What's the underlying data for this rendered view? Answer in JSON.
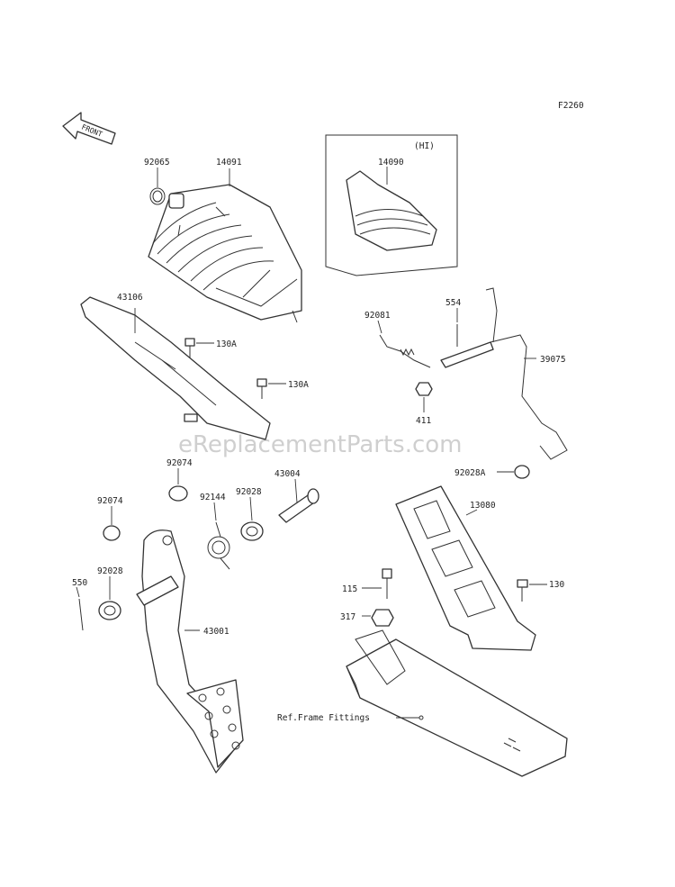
{
  "diagram": {
    "figure_code": "F2260",
    "front_label": "FRONT",
    "inset_label": "(HI)",
    "watermark": "eReplacementParts.com",
    "callouts": {
      "p92065": "92065",
      "p14091": "14091",
      "p14090": "14090",
      "p43106": "43106",
      "p130A_1": "130A",
      "p130A_2": "130A",
      "p92081": "92081",
      "p554": "554",
      "p39075": "39075",
      "p411": "411",
      "p92074_1": "92074",
      "p92074_2": "92074",
      "p92144": "92144",
      "p92028_1": "92028",
      "p43004": "43004",
      "p92028A": "92028A",
      "p13080": "13080",
      "p550": "550",
      "p92028_2": "92028",
      "p43001": "43001",
      "p115": "115",
      "p317": "317",
      "p130": "130",
      "ref_frame": "Ref.Frame Fittings"
    }
  }
}
